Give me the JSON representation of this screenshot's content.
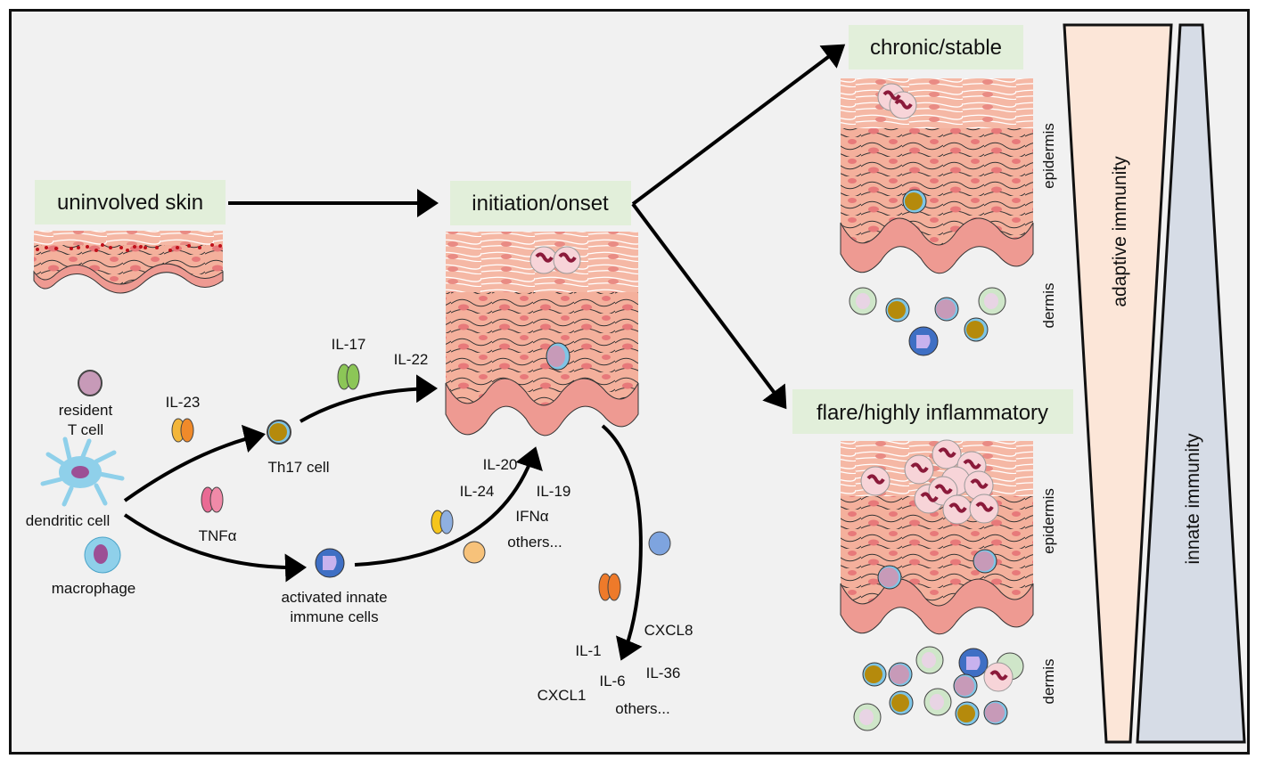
{
  "stages": {
    "uninvolved": "uninvolved skin",
    "initiation": "initiation/onset",
    "chronic": "chronic/stable",
    "flare": "flare/highly inflammatory"
  },
  "cells": {
    "resident_t_line1": "resident",
    "resident_t_line2": "T cell",
    "dendritic": "dendritic cell",
    "macrophage": "macrophage",
    "th17": "Th17 cell",
    "innate_line1": "activated innate",
    "innate_line2": "immune cells"
  },
  "cytokines": {
    "il23": "IL-23",
    "tnfa": "TNFα",
    "il17": "IL-17",
    "il22": "IL-22",
    "il20": "IL-20",
    "il24": "IL-24",
    "il19": "IL-19",
    "ifna": "IFNα",
    "others1": "others...",
    "cxcl8": "CXCL8",
    "il1": "IL-1",
    "il6": "IL-6",
    "il36": "IL-36",
    "cxcl1": "CXCL1",
    "others2": "others..."
  },
  "layers": {
    "epidermis": "epidermis",
    "dermis": "dermis"
  },
  "gradients": {
    "adaptive": "adaptive immunity",
    "innate": "innate immunity"
  },
  "colors": {
    "stage_box": "#e2efda",
    "skin": "#f4b4a0",
    "skin_dark": "#e98c84",
    "adaptive_fill": "#fce6d8",
    "innate_fill": "#d6dce6",
    "dendritic": "#8fd0ea",
    "il17": "#8cc657",
    "tnfa": "#e96a94",
    "il23": "#f3b63a"
  }
}
